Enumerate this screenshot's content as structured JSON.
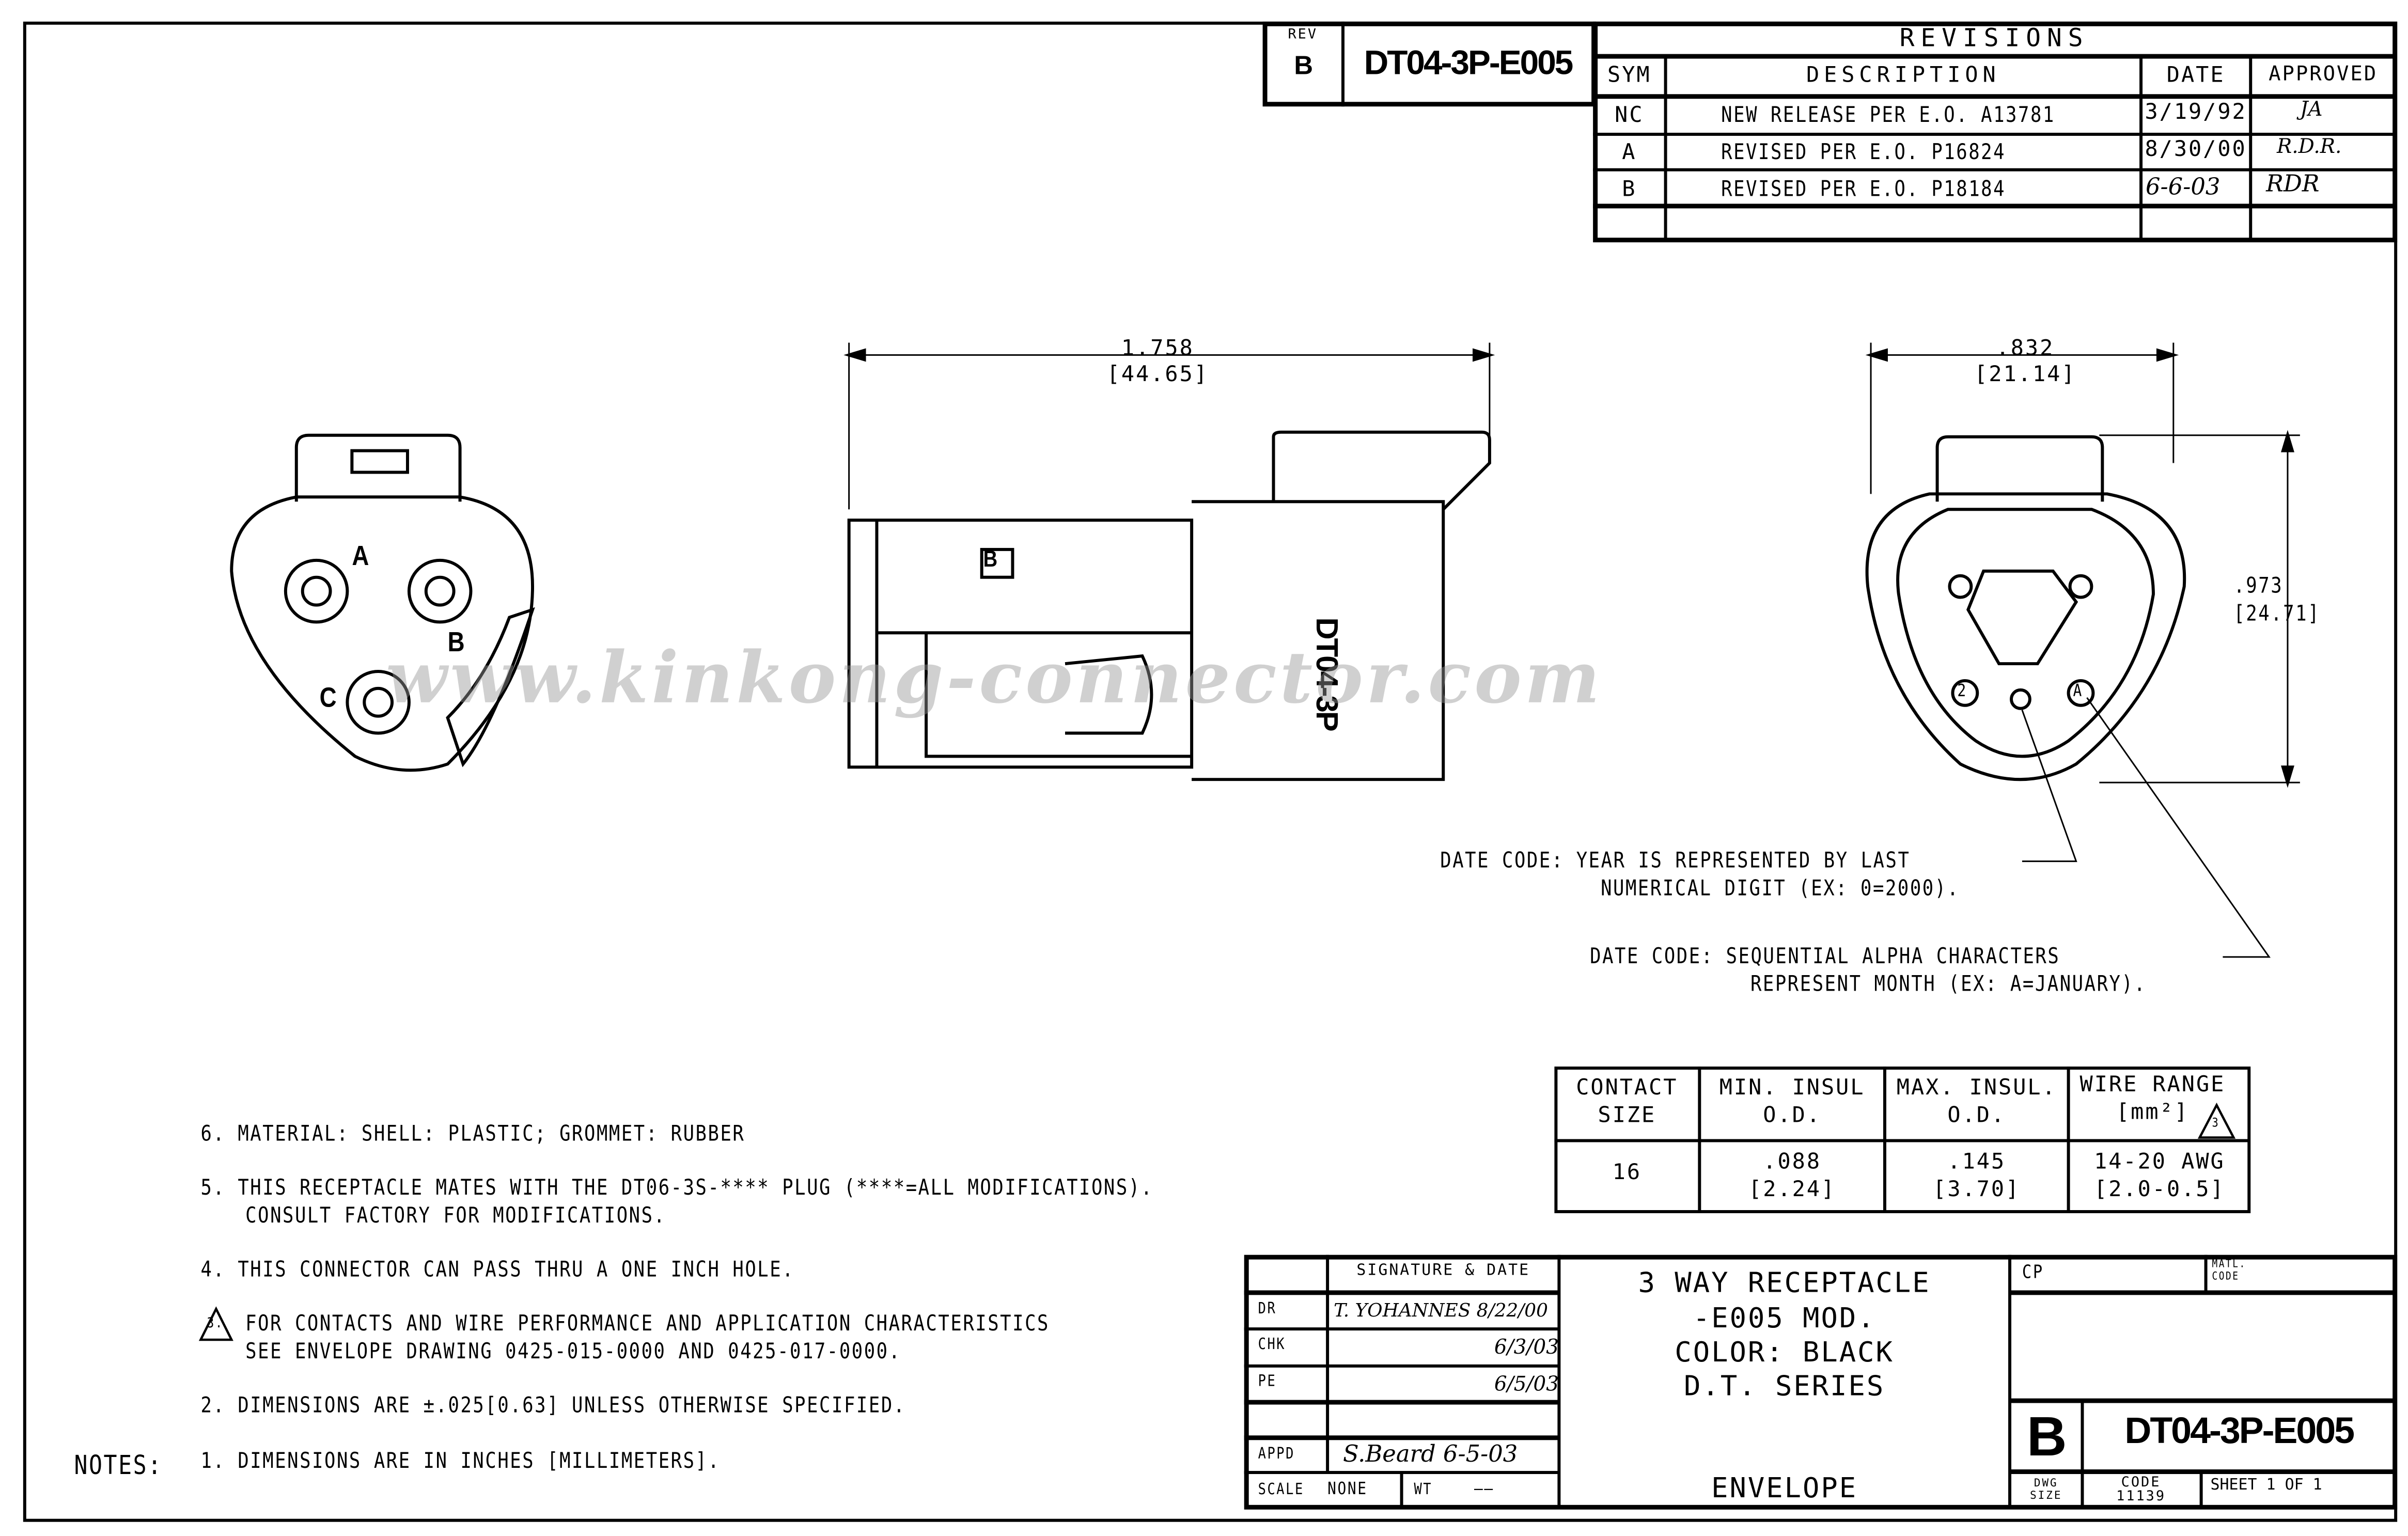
{
  "rev_box": {
    "rev_label": "REV",
    "rev_value": "B",
    "drawing_number": "DT04-3P-E005"
  },
  "revisions": {
    "title": "REVISIONS",
    "headers": [
      "SYM",
      "DESCRIPTION",
      "DATE",
      "APPROVED"
    ],
    "rows": [
      {
        "sym": "NC",
        "description": "NEW RELEASE PER E.O. A13781",
        "date": "3/19/92",
        "approved": "JA"
      },
      {
        "sym": "A",
        "description": "REVISED PER E.O. P16824",
        "date": "8/30/00",
        "approved": "R.D.R."
      },
      {
        "sym": "B",
        "description": "REVISED PER E.O. P18184",
        "date": "6-6-03",
        "approved": "RDR"
      }
    ]
  },
  "views": {
    "front_labels": [
      "A",
      "B",
      "C"
    ],
    "side_length": "1.758",
    "side_length_mm": "[44.65]",
    "side_marking": "DT04-3P",
    "side_letter": "B",
    "rear_width": ".832",
    "rear_width_mm": "[21.14]",
    "rear_height": ".973",
    "rear_height_mm": "[24.71]",
    "rear_labels": [
      "2",
      "A"
    ]
  },
  "callouts": {
    "year_line1": "DATE CODE: YEAR IS REPRESENTED BY LAST",
    "year_line2": "NUMERICAL DIGIT (EX: 0=2000).",
    "month_line1": "DATE CODE: SEQUENTIAL ALPHA CHARACTERS",
    "month_line2": "REPRESENT MONTH (EX: A=JANUARY)."
  },
  "watermark": "www.kinkong-connector.com",
  "contact_table": {
    "headers": [
      "CONTACT\nSIZE",
      "MIN. INSUL\nO.D.",
      "MAX. INSUL.\nO.D.",
      "WIRE RANGE\n[mm²]"
    ],
    "note_ref": "3",
    "row": [
      "16",
      ".088\n[2.24]",
      ".145\n[3.70]",
      "14-20 AWG\n[2.0-0.5]"
    ]
  },
  "notes": {
    "label": "NOTES:",
    "items": [
      "6. MATERIAL: SHELL: PLASTIC; GROMMET: RUBBER",
      "5. THIS RECEPTACLE MATES WITH THE DT06-3S-**** PLUG (****=ALL MODIFICATIONS).",
      "CONSULT FACTORY FOR MODIFICATIONS.",
      "4. THIS CONNECTOR CAN PASS THRU A ONE INCH HOLE.",
      "3.",
      "FOR CONTACTS AND WIRE PERFORMANCE AND APPLICATION CHARACTERISTICS",
      "SEE ENVELOPE DRAWING 0425-015-0000 AND 0425-017-0000.",
      "2. DIMENSIONS ARE ±.025[0.63] UNLESS OTHERWISE SPECIFIED.",
      "1. DIMENSIONS ARE IN INCHES [MILLIMETERS]."
    ]
  },
  "title_block": {
    "sig_header": "SIGNATURE & DATE",
    "dr_label": "DR",
    "dr_value": "T. YOHANNES 8/22/00",
    "chk_label": "CHK",
    "chk_value": "6/3/03",
    "pe_label": "PE",
    "pe_value": "6/5/03",
    "appd_label": "APPD",
    "appd_value": "S.Beard 6-5-03",
    "scale_label": "SCALE",
    "scale_value": "NONE",
    "wt_label": "WT",
    "wt_value": "——",
    "title_lines": [
      "3 WAY RECEPTACLE",
      "-E005 MOD.",
      "COLOR: BLACK",
      "D.T. SERIES"
    ],
    "envelope": "ENVELOPE",
    "cp_label": "CP",
    "matl_code_label": "MATL.\nCODE",
    "size": "B",
    "drawing_number": "DT04-3P-E005",
    "dwg_size_label": "DWG\nSIZE",
    "code_label": "CODE",
    "code_value": "11139",
    "sheet_label": "SHEET",
    "sheet_value": "1",
    "of_label": "OF",
    "of_value": "1"
  }
}
